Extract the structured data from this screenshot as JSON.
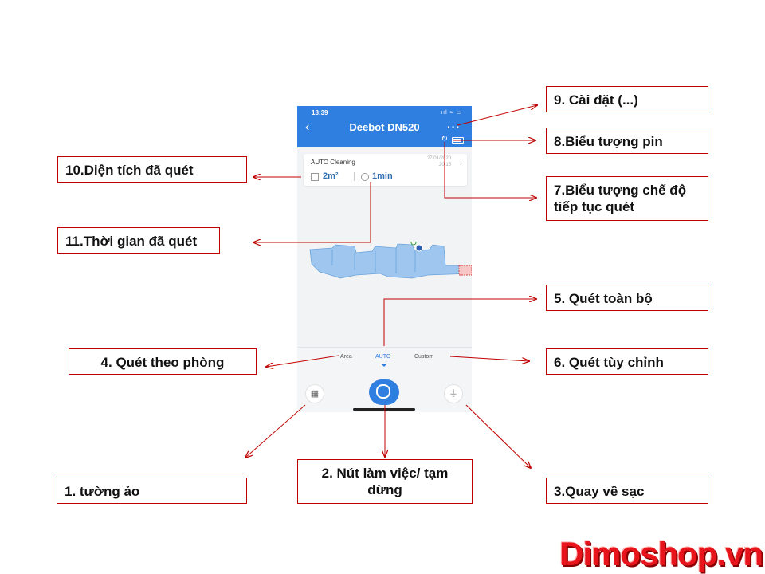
{
  "phone": {
    "status_time": "18:39",
    "status_icons": "ııl ≈ ▭",
    "back_icon": "‹",
    "device_title": "Deebot DN520",
    "more_icon": "···",
    "resume_icon": "↻",
    "card": {
      "mode": "AUTO Cleaning",
      "date_line1": "27/01/2020",
      "date_line2": "20:15",
      "chevron": "›",
      "area": "2m²",
      "time": "1min"
    },
    "tabs": [
      "Area",
      "AUTO",
      "Custom"
    ],
    "wall_icon": "▦",
    "dock_icon": "⏚"
  },
  "callouts": {
    "c1": "1. tường ảo",
    "c2": "2. Nút làm việc/ tạm dừng",
    "c3": "3.Quay về sạc",
    "c4": "4. Quét theo phòng",
    "c5": "5. Quét toàn bộ",
    "c6": "6. Quét tùy chỉnh",
    "c7": "7.Biểu tượng chế độ tiếp tục quét",
    "c8": "8.Biểu tượng pin",
    "c9": "9. Cài đặt (...)",
    "c10": "10.Diện tích đã quét",
    "c11": "11.Thời gian đã quét"
  },
  "watermark": "Dimoshop.vn",
  "colors": {
    "arrow": "#c00000",
    "header": "#2f7fe0",
    "watermark": "#e8141c"
  }
}
